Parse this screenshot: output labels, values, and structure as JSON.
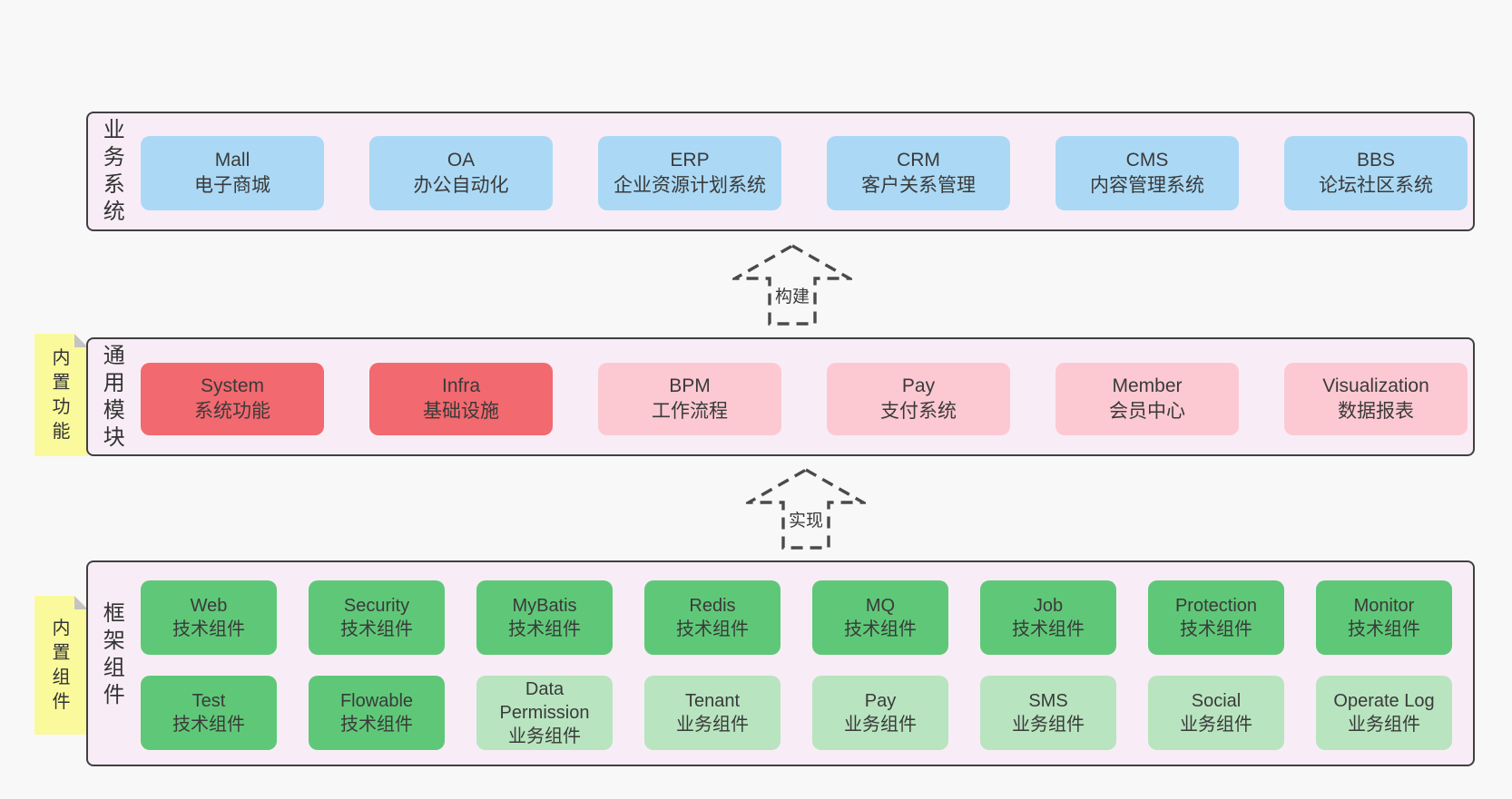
{
  "colors": {
    "page_bg": "#f8f8f8",
    "layer_bg": "#f8edf6",
    "layer_border": "#404040",
    "blue": "#abd9f5",
    "red": "#f2696f",
    "pink": "#fcc9d2",
    "green": "#5fc878",
    "lightgreen": "#b8e4bf",
    "note_yellow": "#fafa9d",
    "note_fold": "#c4c4c4",
    "text": "#3a3a3a"
  },
  "arrows": [
    {
      "label": "构建"
    },
    {
      "label": "实现"
    }
  ],
  "layers": [
    {
      "label": "业务系统",
      "rows": [
        [
          {
            "en": "Mall",
            "zh": "电子商城",
            "variant": "blue"
          },
          {
            "en": "OA",
            "zh": "办公自动化",
            "variant": "blue"
          },
          {
            "en": "ERP",
            "zh": "企业资源计划系统",
            "variant": "blue"
          },
          {
            "en": "CRM",
            "zh": "客户关系管理",
            "variant": "blue"
          },
          {
            "en": "CMS",
            "zh": "内容管理系统",
            "variant": "blue"
          },
          {
            "en": "BBS",
            "zh": "论坛社区系统",
            "variant": "blue"
          }
        ]
      ]
    },
    {
      "label": "通用模块",
      "note": "内置功能",
      "rows": [
        [
          {
            "en": "System",
            "zh": "系统功能",
            "variant": "red"
          },
          {
            "en": "Infra",
            "zh": "基础设施",
            "variant": "red"
          },
          {
            "en": "BPM",
            "zh": "工作流程",
            "variant": "pink"
          },
          {
            "en": "Pay",
            "zh": "支付系统",
            "variant": "pink"
          },
          {
            "en": "Member",
            "zh": "会员中心",
            "variant": "pink"
          },
          {
            "en": "Visualization",
            "zh": "数据报表",
            "variant": "pink"
          }
        ]
      ]
    },
    {
      "label": "框架组件",
      "note": "内置组件",
      "rows": [
        [
          {
            "en": "Web",
            "zh": "技术组件",
            "variant": "green"
          },
          {
            "en": "Security",
            "zh": "技术组件",
            "variant": "green"
          },
          {
            "en": "MyBatis",
            "zh": "技术组件",
            "variant": "green"
          },
          {
            "en": "Redis",
            "zh": "技术组件",
            "variant": "green"
          },
          {
            "en": "MQ",
            "zh": "技术组件",
            "variant": "green"
          },
          {
            "en": "Job",
            "zh": "技术组件",
            "variant": "green"
          },
          {
            "en": "Protection",
            "zh": "技术组件",
            "variant": "green"
          },
          {
            "en": "Monitor",
            "zh": "技术组件",
            "variant": "green"
          }
        ],
        [
          {
            "en": "Test",
            "zh": "技术组件",
            "variant": "green"
          },
          {
            "en": "Flowable",
            "zh": "技术组件",
            "variant": "green"
          },
          {
            "en": "Data Permission",
            "zh": "业务组件",
            "variant": "lightgreen"
          },
          {
            "en": "Tenant",
            "zh": "业务组件",
            "variant": "lightgreen"
          },
          {
            "en": "Pay",
            "zh": "业务组件",
            "variant": "lightgreen"
          },
          {
            "en": "SMS",
            "zh": "业务组件",
            "variant": "lightgreen"
          },
          {
            "en": "Social",
            "zh": "业务组件",
            "variant": "lightgreen"
          },
          {
            "en": "Operate Log",
            "zh": "业务组件",
            "variant": "lightgreen"
          }
        ]
      ]
    }
  ]
}
